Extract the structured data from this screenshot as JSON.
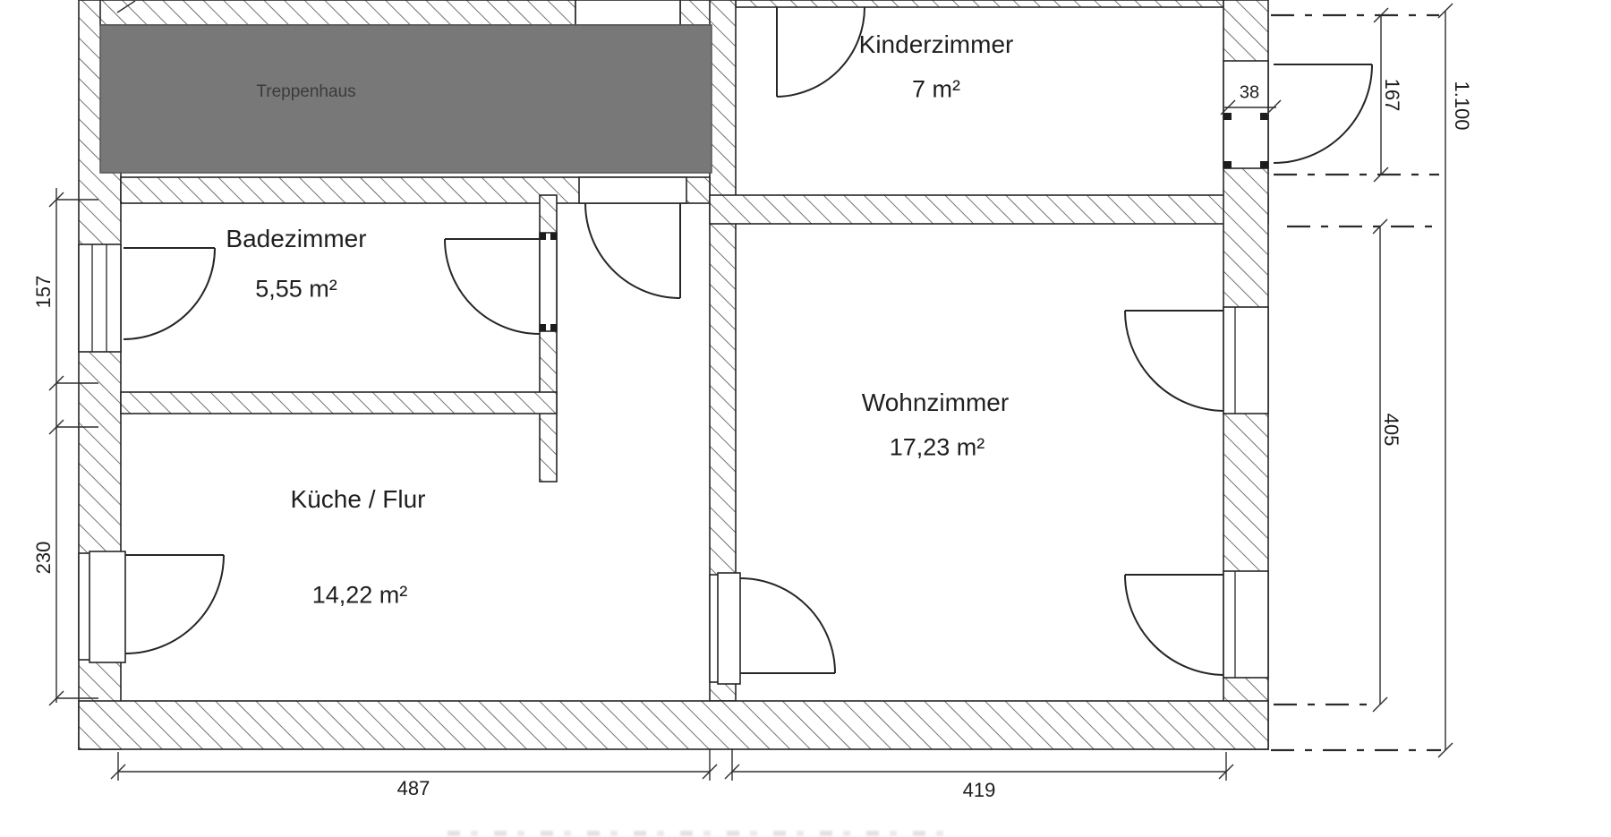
{
  "plan": {
    "stairwell": {
      "label": "Treppenhaus"
    },
    "rooms": {
      "kinderzimmer": {
        "name": "Kinderzimmer",
        "area": "7 m²"
      },
      "badezimmer": {
        "name": "Badezimmer",
        "area": "5,55 m²"
      },
      "kueche_flur": {
        "name": "Küche / Flur",
        "area": "14,22 m²"
      },
      "wohnzimmer": {
        "name": "Wohnzimmer",
        "area": "17,23 m²"
      }
    },
    "dimensions": {
      "left_upper": "157",
      "left_lower": "230",
      "bottom_left": "487",
      "bottom_right": "419",
      "door_width": "38",
      "right_upper": "167",
      "right_lower": "405",
      "total_height": "1.100"
    }
  },
  "colors": {
    "stairwell_fill": "#787878",
    "line": "#222222"
  }
}
